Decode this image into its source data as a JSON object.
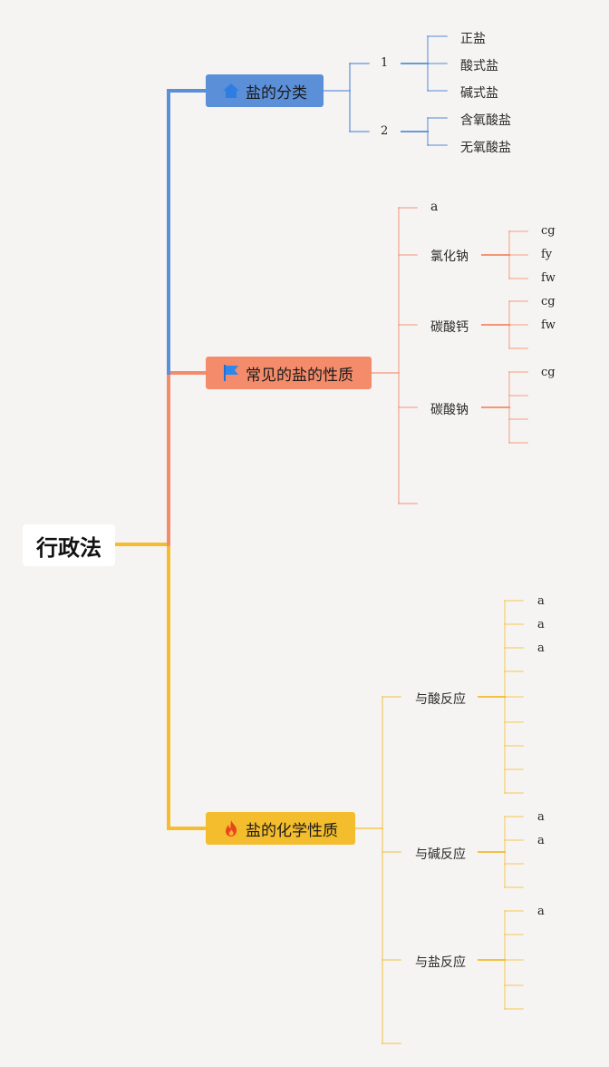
{
  "root": {
    "label": "行政法"
  },
  "branches": [
    {
      "label": "盐的分类",
      "icon": "house-icon",
      "groups": [
        {
          "label": "1",
          "items": [
            "正盐",
            "酸式盐",
            "碱式盐"
          ]
        },
        {
          "label": "2",
          "items": [
            "含氧酸盐",
            "无氧酸盐"
          ]
        }
      ]
    },
    {
      "label": "常见的盐的性质",
      "icon": "flag-icon",
      "groups": [
        {
          "label": "a",
          "items": []
        },
        {
          "label": "氯化钠",
          "items": [
            "cg",
            "fy",
            "fw"
          ]
        },
        {
          "label": "碳酸钙",
          "items": [
            "cg",
            "fw",
            ""
          ]
        },
        {
          "label": "碳酸钠",
          "items": [
            "cg",
            "",
            "",
            ""
          ]
        },
        {
          "label": "",
          "items": []
        }
      ]
    },
    {
      "label": "盐的化学性质",
      "icon": "fire-icon",
      "groups": [
        {
          "label": "",
          "items": []
        },
        {
          "label": "与酸反应",
          "items": [
            "a",
            "a",
            "a",
            "",
            "",
            "",
            "",
            "",
            ""
          ]
        },
        {
          "label": "与碱反应",
          "items": [
            "a",
            "a",
            "",
            ""
          ]
        },
        {
          "label": "与盐反应",
          "items": [
            "a",
            "",
            "",
            "",
            ""
          ]
        },
        {
          "label": "",
          "items": []
        }
      ]
    }
  ],
  "colors": {
    "branch1": "#5b8fd8",
    "branch2": "#f48b6a",
    "branch3": "#f4bd2d",
    "background": "#f6f4f3"
  }
}
